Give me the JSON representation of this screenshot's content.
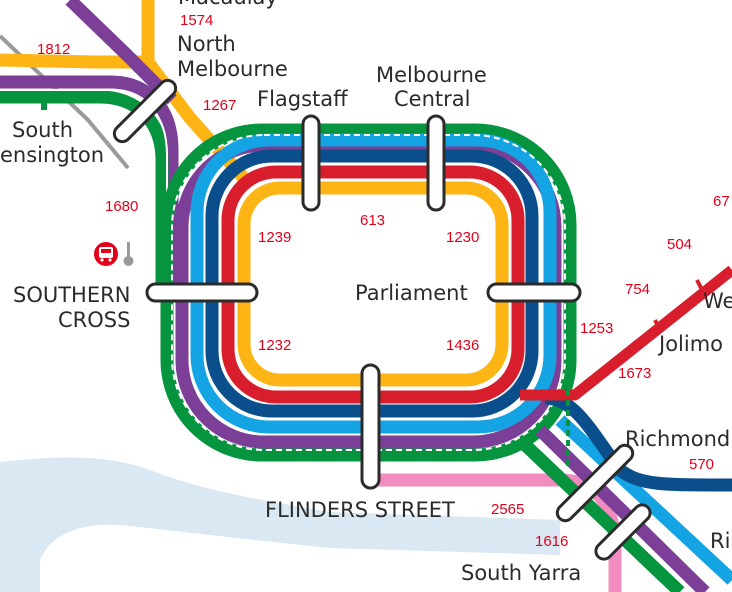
{
  "colors": {
    "yellow": "#fdb515",
    "red": "#d81e2c",
    "navy": "#0a4f8c",
    "cyan": "#15a4e3",
    "purple": "#7b3f98",
    "green": "#06943f",
    "pink": "#f28bbf",
    "grey": "#9a9a9a",
    "water": "#d9e8f2",
    "count_text": "#e3001b",
    "station_text": "#2b2b2b"
  },
  "stations": {
    "flagstaff": "Flagstaff",
    "melbourne_central_1": "Melbourne",
    "melbourne_central_2": "Central",
    "north_melbourne_1": "North",
    "north_melbourne_2": "Melbourne",
    "south_kensington_1": "South",
    "south_kensington_2": "ensington",
    "southern_cross_1": "SOUTHERN",
    "southern_cross_2": "CROSS",
    "parliament": "Parliament",
    "flinders_street": "FLINDERS STREET",
    "richmond": "Richmond",
    "south_yarra": "South Yarra",
    "jolimont": "Jolimo",
    "west_richmond": "We",
    "riverside_partial": "Ri",
    "top_partial": "Macaulay"
  },
  "counts": {
    "c1574": "1574",
    "c1812": "1812",
    "c1267": "1267",
    "c1680": "1680",
    "c613": "613",
    "c1239": "1239",
    "c1230": "1230",
    "c1232": "1232",
    "c1436": "1436",
    "c1253": "1253",
    "c1673": "1673",
    "c754": "754",
    "c504": "504",
    "c67": "67",
    "c570": "570",
    "c2565": "2565",
    "c1616": "1616"
  },
  "icons": {
    "bus_interchange": "bus-icon",
    "tram_stop": "tram-stop-icon"
  }
}
